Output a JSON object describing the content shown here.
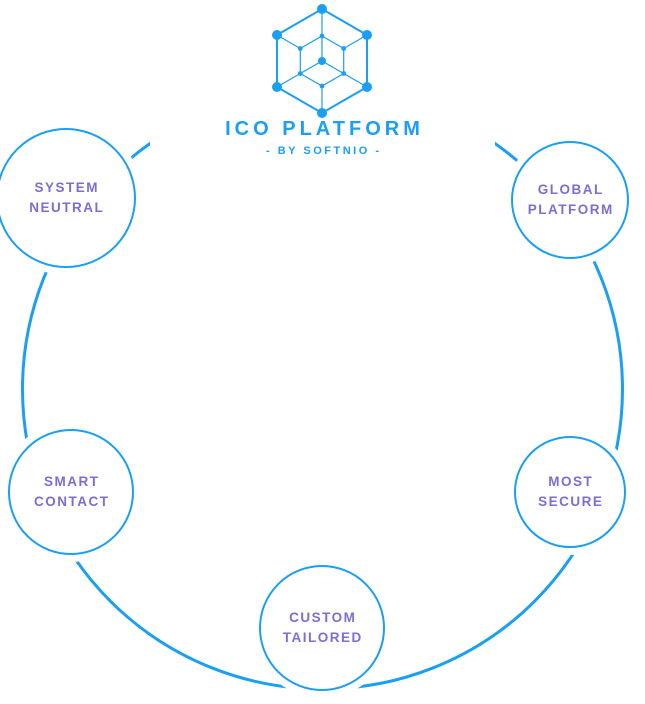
{
  "logo": {
    "title": "ICO PLATFORM",
    "subtitle": "- BY SOFTNIO -",
    "icon": "hexagon-network-icon"
  },
  "colors": {
    "blue": "#1b9ff2",
    "purple": "#7a6fd2",
    "background": "#ffffff"
  },
  "diagram": {
    "type": "circular-feature-ring",
    "nodes": [
      {
        "id": "system-neutral",
        "position": "top-left",
        "label_lines": [
          "SYSTEM",
          "NEUTRAL"
        ]
      },
      {
        "id": "global-platform",
        "position": "top-right",
        "label_lines": [
          "GLOBAL",
          "PLATFORM"
        ]
      },
      {
        "id": "smart-contact",
        "position": "left",
        "label_lines": [
          "SMART",
          "CONTACT"
        ]
      },
      {
        "id": "most-secure",
        "position": "right",
        "label_lines": [
          "MOST",
          "SECURE"
        ]
      },
      {
        "id": "custom-tailored",
        "position": "bottom",
        "label_lines": [
          "CUSTOM",
          "TAILORED"
        ]
      }
    ]
  }
}
